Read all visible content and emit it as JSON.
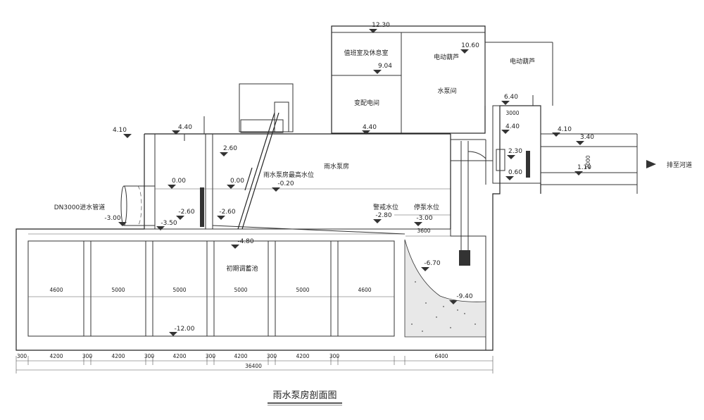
{
  "drawing_title": "雨水泵房剖面图",
  "elevations": {
    "roof": "12.30",
    "crane_left": "10.60",
    "upper_floor": "9.04",
    "crane_right": "6.40",
    "tank_top_left": "4.40",
    "ground_left": "4.10",
    "floor_mid": "4.40",
    "floor_right": "4.40",
    "ground_right": "4.10",
    "outlet_top": "3.40",
    "screen_top": "2.60",
    "outlet_pipe": "2.30",
    "outlet_bottom": "1.10",
    "valve_bottom": "0.60",
    "zero_left": "0.00",
    "zero_mid": "0.00",
    "max_level_value": "-0.20",
    "screen_floor_left": "-2.60",
    "screen_floor_mid": "-2.60",
    "warn_level_value": "-2.80",
    "stop_level_value": "-3.00",
    "inlet_bottom": "-3.00",
    "inlet_floor": "-3.50",
    "slab_mid": "-4.80",
    "pump_level": "-6.70",
    "pit_bottom": "-9.40",
    "tank_bottom": "-12.00"
  },
  "labels": {
    "duty_room": "值班室及休息室",
    "crane_left": "电动葫芦",
    "crane_right": "电动葫芦",
    "switch_room": "变配电间",
    "pump_room": "水泵间",
    "rain_pump_room": "雨水泵房",
    "max_level": "雨水泵房最高水位",
    "warn_level": "警戒水位",
    "stop_level": "停泵水位",
    "regulation_tank": "初期调蓄池",
    "inlet_pipe": "DN3000进水管道",
    "outlet": "排至河道",
    "outlet_dim": "2000",
    "box_width": "3000",
    "sump_width": "3600"
  },
  "compartments": [
    "4600",
    "5000",
    "5000",
    "5000",
    "5000",
    "4600"
  ],
  "dimensions": {
    "segments": [
      "300",
      "4200",
      "300",
      "4200",
      "300",
      "4200",
      "300",
      "4200",
      "300",
      "4200",
      "300",
      "6400"
    ],
    "total": "36400"
  }
}
